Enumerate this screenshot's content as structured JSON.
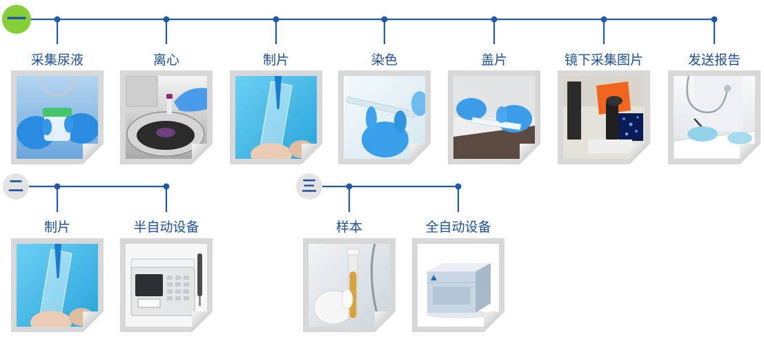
{
  "colors": {
    "line": "#2159a8",
    "label": "#1c4f9a",
    "numeral": "#1f4ea0",
    "active_circle": "#84cf3a",
    "inactive_circle": "#e3e3e3",
    "card_frame": "#d8d8d8"
  },
  "rows": [
    {
      "numeral": "一",
      "active": true,
      "steps": [
        {
          "label": "采集尿液"
        },
        {
          "label": "离心"
        },
        {
          "label": "制片"
        },
        {
          "label": "染色"
        },
        {
          "label": "盖片"
        },
        {
          "label": "镜下采集图片"
        },
        {
          "label": "发送报告"
        }
      ]
    },
    {
      "numeral": "二",
      "active": false,
      "steps": [
        {
          "label": "制片"
        },
        {
          "label": "半自动设备"
        }
      ]
    },
    {
      "numeral": "三",
      "active": false,
      "steps": [
        {
          "label": "样本"
        },
        {
          "label": "全自动设备"
        }
      ]
    }
  ]
}
